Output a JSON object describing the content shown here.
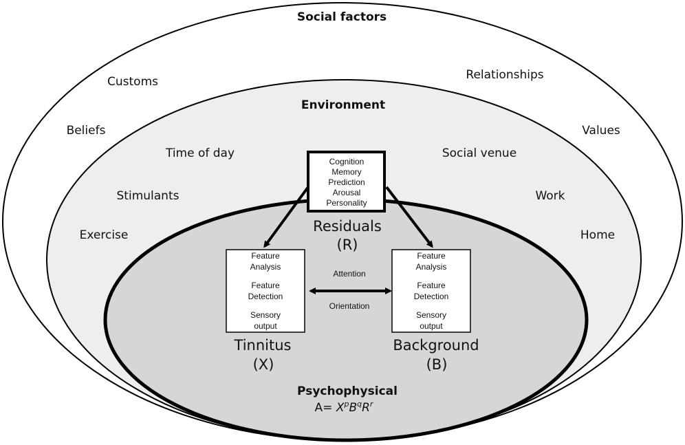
{
  "social": {
    "title": "Social factors",
    "items": [
      "Customs",
      "Beliefs",
      "Relationships",
      "Values"
    ]
  },
  "environment": {
    "title": "Environment",
    "items": [
      "Time of day",
      "Stimulants",
      "Exercise",
      "Social venue",
      "Work",
      "Home"
    ]
  },
  "residuals": {
    "lines": [
      "Cognition",
      "Memory",
      "Prediction",
      "Arousal",
      "Personality"
    ],
    "label": "Residuals",
    "symbol": "(R)"
  },
  "tinnitus": {
    "lines": [
      "Feature",
      "Analysis",
      "Feature",
      "Detection",
      "Sensory",
      "output"
    ],
    "label": "Tinnitus",
    "symbol": "(X)"
  },
  "background": {
    "lines": [
      "Feature",
      "Analysis",
      "Feature",
      "Detection",
      "Sensory",
      "output"
    ],
    "label": "Background",
    "symbol": "(B)"
  },
  "link": {
    "top": "Attention",
    "bottom": "Orientation"
  },
  "psychophysical": {
    "title": "Psychophysical",
    "formula_prefix": "A= ",
    "base1": "X",
    "exp1": "p",
    "base2": "B",
    "exp2": "q",
    "base3": "R",
    "exp3": "r"
  }
}
